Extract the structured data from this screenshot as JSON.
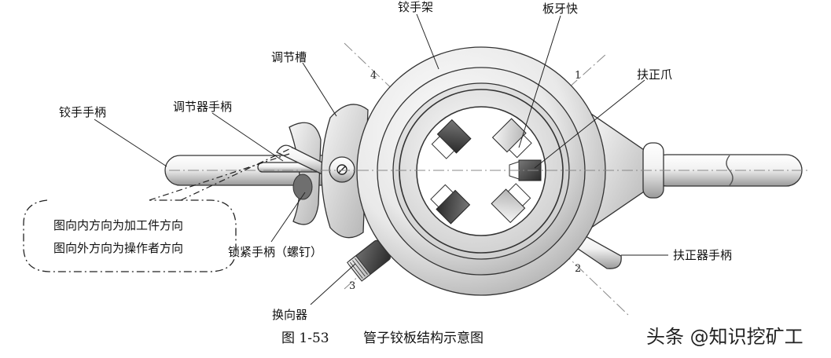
{
  "labels": {
    "die_stock": "铰手架",
    "die_block": "板牙快",
    "adjust_slot": "调节槽",
    "centering_jaw": "扶正爪",
    "die_handle": "铰手手柄",
    "adjuster_handle": "调节器手柄",
    "lock_handle": "锁紧手柄（螺钉）",
    "centering_handle": "扶正器手柄",
    "reverser": "换向器"
  },
  "positions": [
    "1",
    "2",
    "3",
    "4"
  ],
  "note": {
    "line1": "图向内方向为加工件方向",
    "line2": "图向外方向为操作者方向"
  },
  "caption": {
    "number": "图 1-53",
    "title": "管子铰板结构示意图"
  },
  "watermark": "头条 @知识挖矿工"
}
